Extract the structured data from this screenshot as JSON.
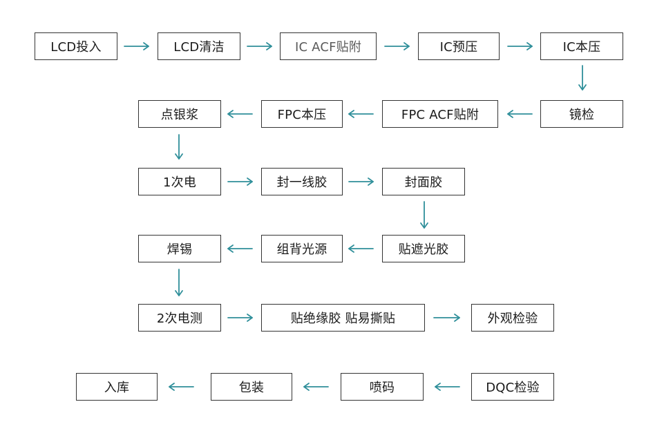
{
  "steps": [
    {
      "label": "LCD投入"
    },
    {
      "label": "LCD清洁"
    },
    {
      "label": "IC ACF贴附"
    },
    {
      "label": "IC预压"
    },
    {
      "label": "IC本压"
    },
    {
      "label": "镜检"
    },
    {
      "label": "FPC ACF贴附"
    },
    {
      "label": "FPC本压"
    },
    {
      "label": "点银浆"
    },
    {
      "label": "1次电"
    },
    {
      "label": "封一线胶"
    },
    {
      "label": "封面胶"
    },
    {
      "label": "贴遮光胶"
    },
    {
      "label": "组背光源"
    },
    {
      "label": "焊锡"
    },
    {
      "label": "2次电测"
    },
    {
      "label": "贴绝缘胶 贴易撕贴"
    },
    {
      "label": "外观检验"
    },
    {
      "label": "DQC检验"
    },
    {
      "label": "喷码"
    },
    {
      "label": "包装"
    },
    {
      "label": "入库"
    }
  ],
  "colors": {
    "arrow": "#2f8f9a",
    "box_border": "#333333",
    "text": "#1a1a1a",
    "faded_text": "#5a5a5a"
  }
}
